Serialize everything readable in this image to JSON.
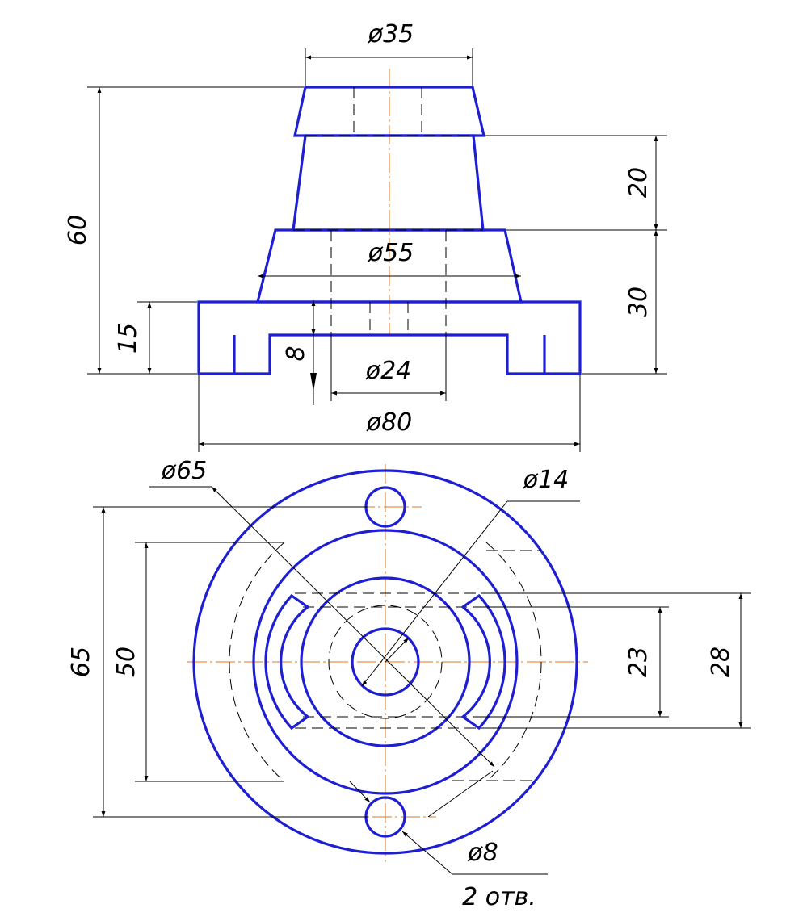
{
  "colors": {
    "object_line": "#1e1ed2",
    "dimension_line": "#000000",
    "center_line": "#e07a1f",
    "background": "#ffffff"
  },
  "front_view": {
    "d_top": "ø35",
    "h_total": "60",
    "h_upper": "20",
    "h_middle": "30",
    "d_middle": "ø55",
    "h_base": "15",
    "h_recess": "8",
    "d_bore": "ø24",
    "d_base": "ø80"
  },
  "top_view": {
    "d_circle": "ø65",
    "d_hole_center": "ø14",
    "h_hole_spacing": "65",
    "h_inner": "50",
    "w_slot_inner": "23",
    "w_slot_outer": "28",
    "d_small_hole": "ø8",
    "hole_count": "2 отв."
  }
}
